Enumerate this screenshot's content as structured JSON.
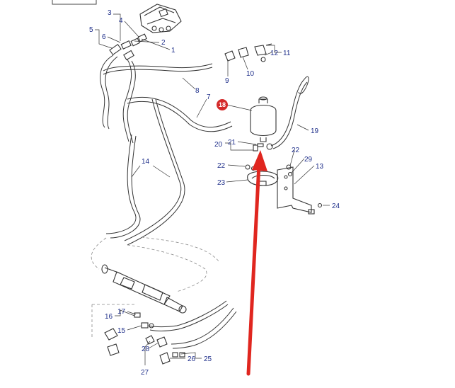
{
  "labels": {
    "l1": "1",
    "l2": "2",
    "l3": "3",
    "l4": "4",
    "l5": "5",
    "l6": "6",
    "l7": "7",
    "l8": "8",
    "l9": "9",
    "l10": "10",
    "l11": "11",
    "l12": "12",
    "l13": "13",
    "l14": "14",
    "l15": "15",
    "l16": "16",
    "l17": "17",
    "l18": "18",
    "l19": "19",
    "l20": "20",
    "l21": "21",
    "l22a": "22",
    "l22b": "22",
    "l23": "23",
    "l24": "24",
    "l25": "25",
    "l26": "26",
    "l27": "27",
    "l28": "28",
    "l29": "29"
  },
  "colors": {
    "label_text": "#1f2f8a",
    "highlight_badge": "#d42a2a",
    "arrow": "#e0261f",
    "line": "#333333"
  }
}
